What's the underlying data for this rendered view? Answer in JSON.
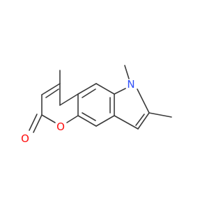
{
  "molecule": {
    "atoms": {
      "o_ring": {
        "symbol": "O",
        "color": "#ff0d0d"
      },
      "o_carbonyl": {
        "symbol": "O",
        "color": "#ff0d0d"
      },
      "n": {
        "symbol": "N",
        "color": "#3050f8"
      }
    },
    "bond_color": "#3a3a3a"
  }
}
